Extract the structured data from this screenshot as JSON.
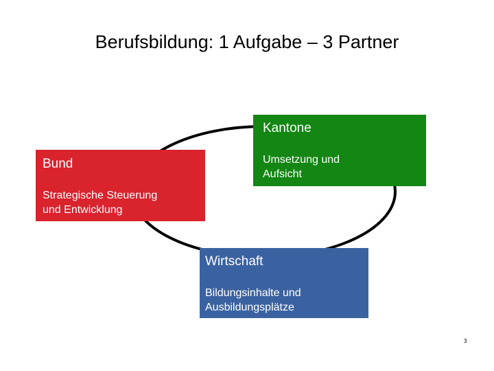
{
  "title": "Berufsbildung: 1 Aufgabe – 3 Partner",
  "colors": {
    "kantone": "#138613",
    "bund": "#d9232d",
    "wirtschaft": "#3b62a0",
    "ring": "#000000"
  },
  "partners": [
    {
      "name": "Kantone",
      "task": "Umsetzung und\nAufsicht"
    },
    {
      "name": "Bund",
      "task": "Strategische Steuerung\nund Entwicklung"
    },
    {
      "name": "Wirtschaft",
      "task": "Bildungsinhalte und\nAusbildungsplätze"
    }
  ],
  "page_number": "3"
}
